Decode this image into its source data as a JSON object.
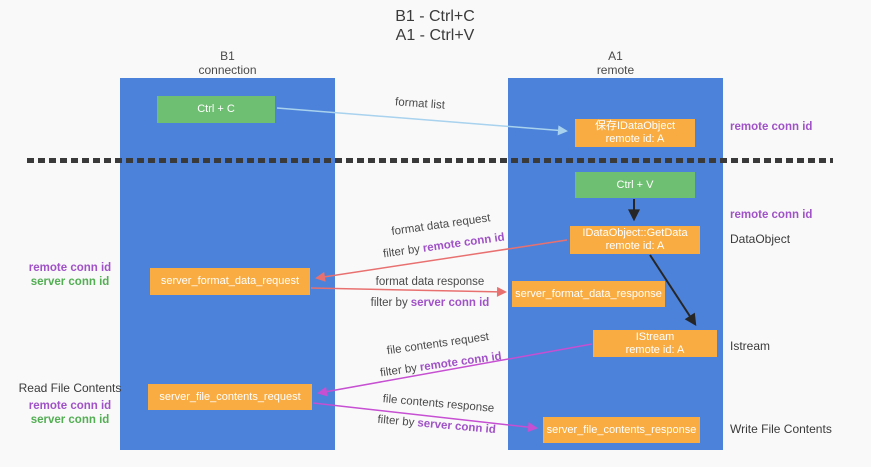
{
  "title": {
    "line1": "B1 - Ctrl+C",
    "line2": "A1 - Ctrl+V"
  },
  "columns": {
    "left": {
      "name": "B1",
      "subtitle": "connection"
    },
    "right": {
      "name": "A1",
      "subtitle": "remote"
    }
  },
  "nodes": {
    "ctrl_c": {
      "label": "Ctrl + C"
    },
    "save_dataobject": {
      "line1": "保存IDataObject",
      "line2": "remote id: A"
    },
    "ctrl_v": {
      "label": "Ctrl + V"
    },
    "getdata": {
      "line1": "IDataObject::GetData",
      "line2": "remote id: A"
    },
    "istream": {
      "line1": "IStream",
      "line2": "remote id: A"
    },
    "format_request": {
      "label": "server_format_data_request"
    },
    "format_response": {
      "label": "server_format_data_response"
    },
    "file_request": {
      "label": "server_file_contents_request"
    },
    "file_response": {
      "label": "server_file_contents_response"
    }
  },
  "arrow_labels": {
    "format_list": "format list",
    "format_data_request": "format data request",
    "format_data_request_filter": {
      "prefix": "filter by",
      "value": "remote conn id"
    },
    "format_data_response": "format data response",
    "format_data_response_filter": {
      "prefix": "filter by",
      "value": "server conn id"
    },
    "file_contents_request": "file contents request",
    "file_contents_request_filter": {
      "prefix": "filter by",
      "value": "remote conn id"
    },
    "file_contents_response": "file contents response",
    "file_contents_response_filter": {
      "prefix": "filter by",
      "value": "server conn id"
    }
  },
  "side_labels": {
    "right_remote_conn_top": "remote conn id",
    "right_remote_conn_mid": "remote conn id",
    "right_dataobject": "DataObject",
    "right_istream": "Istream",
    "right_write_file": "Write File Contents",
    "left_group1": {
      "remote": "remote conn id",
      "server": "server conn id"
    },
    "left_group2": {
      "title": "Read File Contents",
      "remote": "remote conn id",
      "server": "server conn id"
    }
  },
  "colors": {
    "background": "#f9f9f9",
    "column_blue": "#4c82d9",
    "box_orange": "#f8ac42",
    "box_green": "#6fbf72",
    "arrow_light_blue": "#a8d2ee",
    "arrow_red": "#e87170",
    "arrow_magenta": "#c64fd2",
    "arrow_black": "#262626",
    "label_purple": "#a052c7",
    "label_green": "#53ad53",
    "separator_dash": "#3a3a3a"
  }
}
